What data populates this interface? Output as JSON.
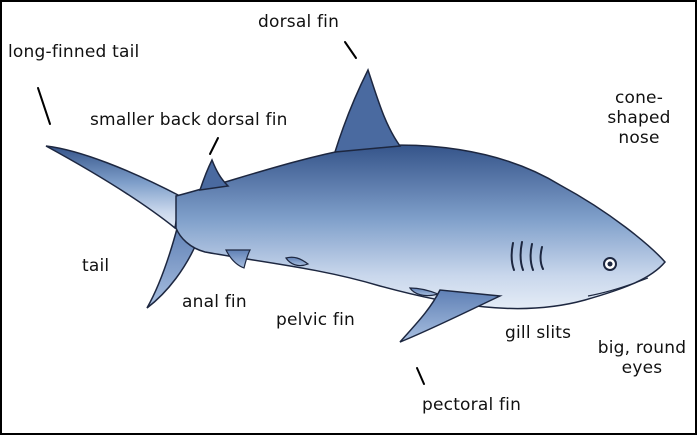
{
  "labels": {
    "long_finned_tail": "long-finned tail",
    "dorsal_fin": "dorsal fin",
    "smaller_back_dorsal_fin": "smaller back dorsal fin",
    "cone_shaped_nose_line1": "cone-shaped",
    "cone_shaped_nose_line2": "nose",
    "tail": "tail",
    "anal_fin": "anal fin",
    "pelvic_fin": "pelvic fin",
    "gill_slits": "gill slits",
    "big_round_eyes_line1": "big, round",
    "big_round_eyes_line2": "eyes",
    "pectoral_fin": "pectoral fin"
  },
  "colors": {
    "back": "#35548a",
    "mid": "#7f9fca",
    "belly": "#d9e4f2",
    "outline": "#1d2740",
    "leader": "#000000"
  }
}
